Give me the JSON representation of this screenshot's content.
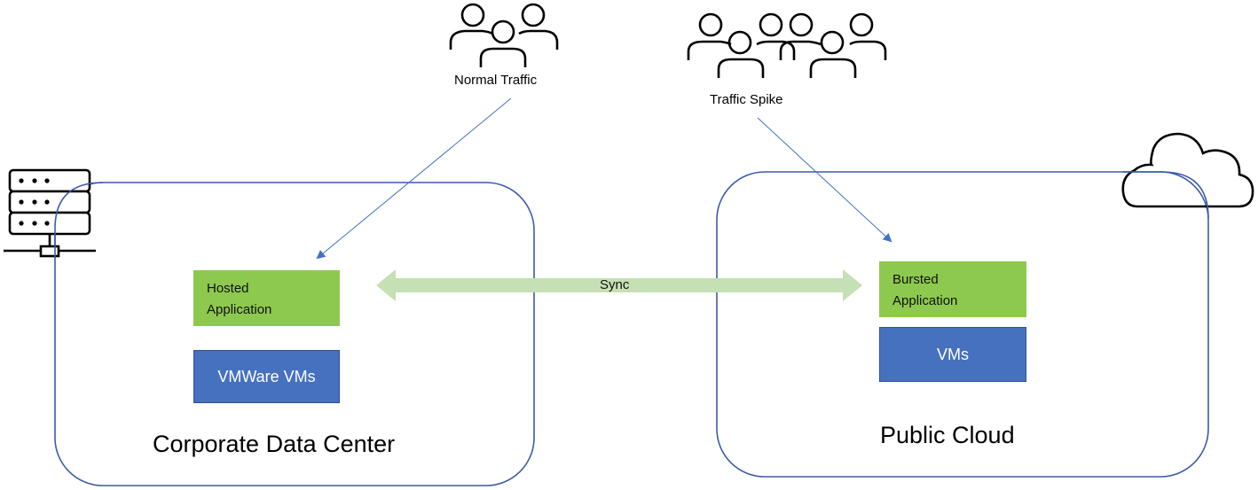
{
  "diagram": {
    "title": "Cloud bursting from corporate data center to public cloud",
    "colors": {
      "container_border": "#3a5ca8",
      "arrow": "#4472c4",
      "app_box": "#8dc94e",
      "vm_box": "#4571bf",
      "sync_arrow": "#c5e0b4",
      "icon_stroke": "#000000"
    },
    "traffic": {
      "normal": {
        "label": "Normal Traffic",
        "icon": "users-group-icon",
        "people": 3
      },
      "spike": {
        "label": "Traffic Spike",
        "icon": "users-crowd-icon",
        "people": 6
      }
    },
    "corporate": {
      "label": "Corporate Data Center",
      "icon": "server-rack-icon",
      "app": "Hosted Application",
      "app_lines": [
        "Hosted",
        "Application"
      ],
      "vms": "VMWare VMs"
    },
    "cloud": {
      "label": "Public Cloud",
      "icon": "cloud-icon",
      "app": "Bursted Application",
      "app_lines": [
        "Bursted",
        "Application"
      ],
      "vms": "VMs"
    },
    "sync": {
      "label": "Sync",
      "direction": "bidirectional"
    }
  }
}
